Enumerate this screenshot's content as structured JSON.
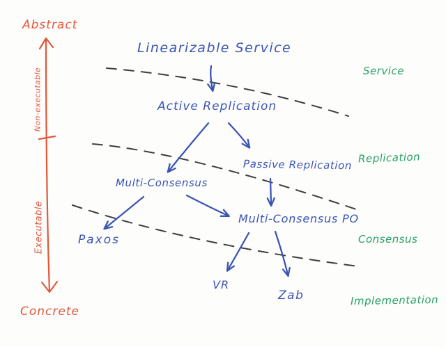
{
  "diagram": {
    "title": "Replication / consensus abstraction-hierarchy diagram (hand-drawn)",
    "palette": {
      "node_blue": "#3b55b4",
      "layer_green": "#27a266",
      "axis_orange": "#e2573a",
      "divider_gray": "#3d3d3d",
      "paper": "#fdfdfc"
    },
    "axis": {
      "top_label": "Abstract",
      "bottom_label": "Concrete",
      "upper_segment_label": "Non-executable",
      "lower_segment_label": "Executable"
    },
    "nodes": [
      {
        "id": "linearizable-service",
        "label": "Linearizable Service",
        "layer": "Service"
      },
      {
        "id": "active-replication",
        "label": "Active Replication",
        "layer": "Replication"
      },
      {
        "id": "multi-consensus",
        "label": "Multi-Consensus",
        "layer": "Replication/Consensus"
      },
      {
        "id": "passive-replication",
        "label": "Passive Replication",
        "layer": "Replication"
      },
      {
        "id": "paxos",
        "label": "Paxos",
        "layer": "Consensus"
      },
      {
        "id": "multi-consensus-po",
        "label": "Multi-Consensus PO",
        "layer": "Consensus"
      },
      {
        "id": "vr",
        "label": "VR",
        "layer": "Implementation"
      },
      {
        "id": "zab",
        "label": "Zab",
        "layer": "Implementation"
      }
    ],
    "layers": [
      {
        "id": "service",
        "label": "Service"
      },
      {
        "id": "replication",
        "label": "Replication"
      },
      {
        "id": "consensus",
        "label": "Consensus"
      },
      {
        "id": "implementation",
        "label": "Implementation"
      }
    ],
    "edges": [
      {
        "from": "linearizable-service",
        "to": "active-replication"
      },
      {
        "from": "active-replication",
        "to": "multi-consensus"
      },
      {
        "from": "active-replication",
        "to": "passive-replication"
      },
      {
        "from": "multi-consensus",
        "to": "paxos"
      },
      {
        "from": "multi-consensus",
        "to": "multi-consensus-po"
      },
      {
        "from": "passive-replication",
        "to": "multi-consensus-po"
      },
      {
        "from": "multi-consensus-po",
        "to": "vr"
      },
      {
        "from": "multi-consensus-po",
        "to": "zab"
      }
    ],
    "divider_count": 3
  }
}
